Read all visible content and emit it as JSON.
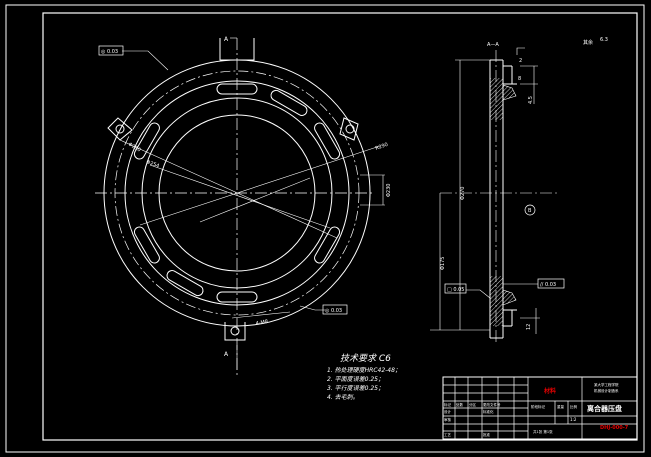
{
  "drawing": {
    "section_label_left": "A",
    "section_label_bottom": "A",
    "section_title": "A—A",
    "roughness_note": "其余",
    "roughness_value": "6.3",
    "dims": {
      "d1": "Φ290",
      "d2": "Φ254",
      "d3": "R290",
      "d4": "Φ270",
      "d5": "Φ230",
      "d6": "Φ175",
      "d7": "4-M8",
      "d8": "2",
      "d9": "8",
      "d10": "4.5",
      "d11": "12"
    },
    "gdt": {
      "top_left": "◎ 0.03",
      "left_mid": "□ 0.05",
      "right_bottom": "// 0.03",
      "bottom": "◎ 0.03",
      "datum": "B"
    }
  },
  "notes": {
    "header": "技术要求 C6",
    "items": [
      "1. 热处理硬度HRC42-48；",
      "2. 平面度误差0.25；",
      "3. 平行度误差0.25；",
      "4. 去毛刺。"
    ]
  },
  "title_block": {
    "stamp": "材料",
    "school_line1": "某大学工程学院",
    "school_line2": "机械设计制造系",
    "part_name": "离合器压盘",
    "drawing_no": "DHJ-000-7",
    "scale": "1:2",
    "sheet_label": "共1张 第1张",
    "r1": [
      "标记",
      "处数",
      "分区",
      "更改文件号"
    ],
    "r2": [
      "设计",
      "",
      "标准化",
      ""
    ],
    "r3": [
      "审核",
      "",
      "",
      ""
    ],
    "r4": [
      "工艺",
      "",
      "批准",
      ""
    ],
    "stage_label": "阶段标记",
    "weight_label": "重量",
    "ratio_label": "比例"
  }
}
